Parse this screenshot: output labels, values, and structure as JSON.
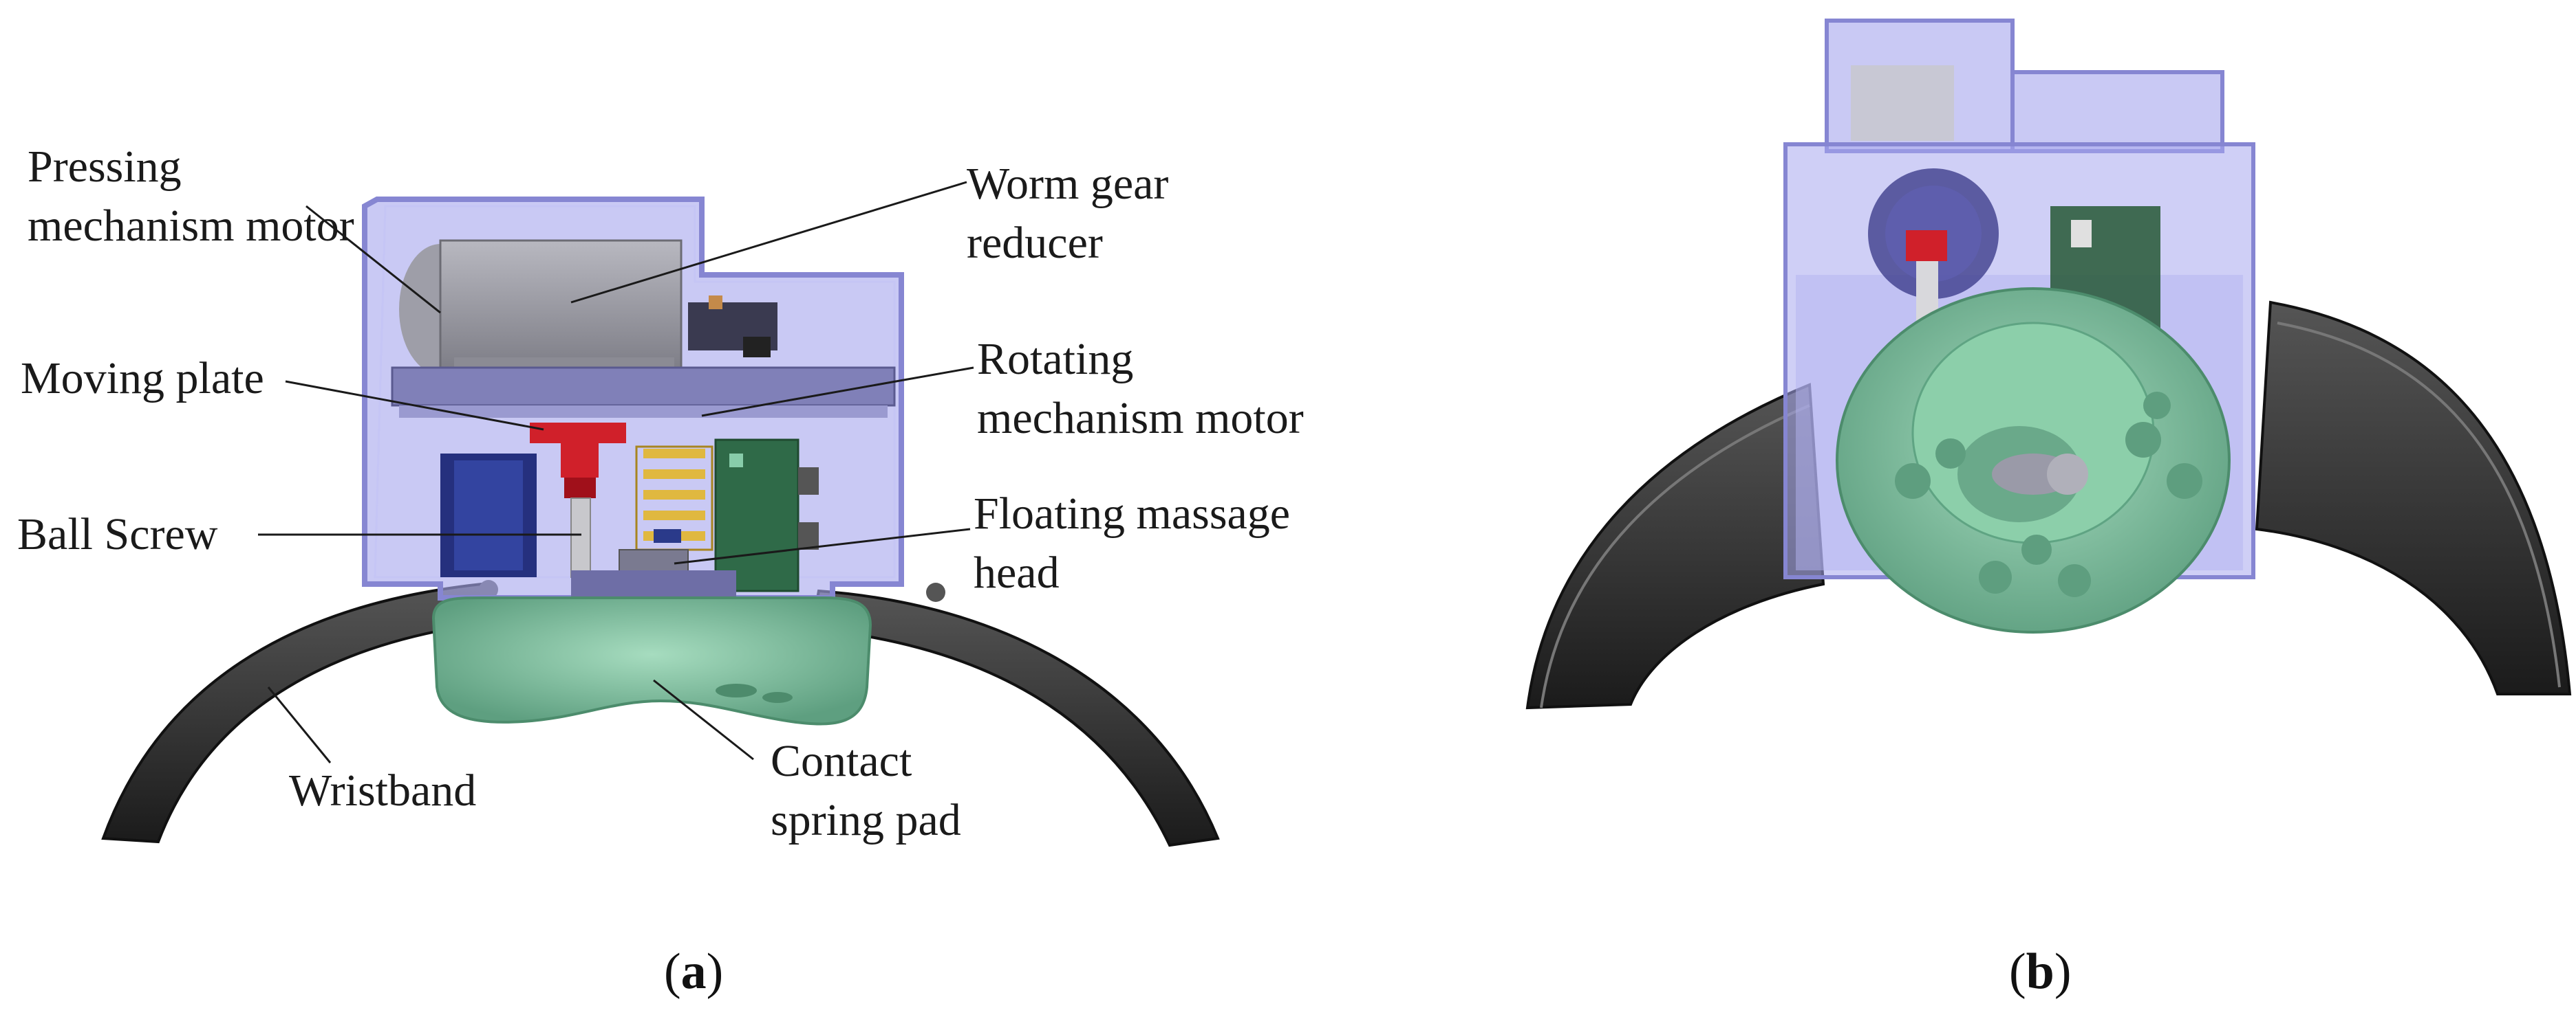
{
  "panel_a": {
    "labels": {
      "pressing_motor": [
        "Pressing",
        "mechanism motor"
      ],
      "worm_gear": [
        "Worm gear",
        "reducer"
      ],
      "moving_plate": [
        "Moving plate"
      ],
      "rotating_motor": [
        "Rotating",
        "mechanism motor"
      ],
      "ball_screw": [
        "Ball Screw"
      ],
      "floating_head": [
        "Floating massage",
        "head"
      ],
      "wristband": [
        "Wristband"
      ],
      "contact_pad": [
        "Contact",
        "spring pad"
      ]
    },
    "caption_letter": "a"
  },
  "panel_b": {
    "caption_letter": "b"
  },
  "colors": {
    "housing": "#9a9ae6",
    "housing_edge": "#7a7ac8",
    "head": "#7fc4a0",
    "head_dark": "#5fa483",
    "band": "#2e2e2e",
    "motor": "#9c9ca4",
    "spring": "#e8c24a",
    "screw_red": "#d0202a",
    "pcb": "#2f6a48"
  }
}
